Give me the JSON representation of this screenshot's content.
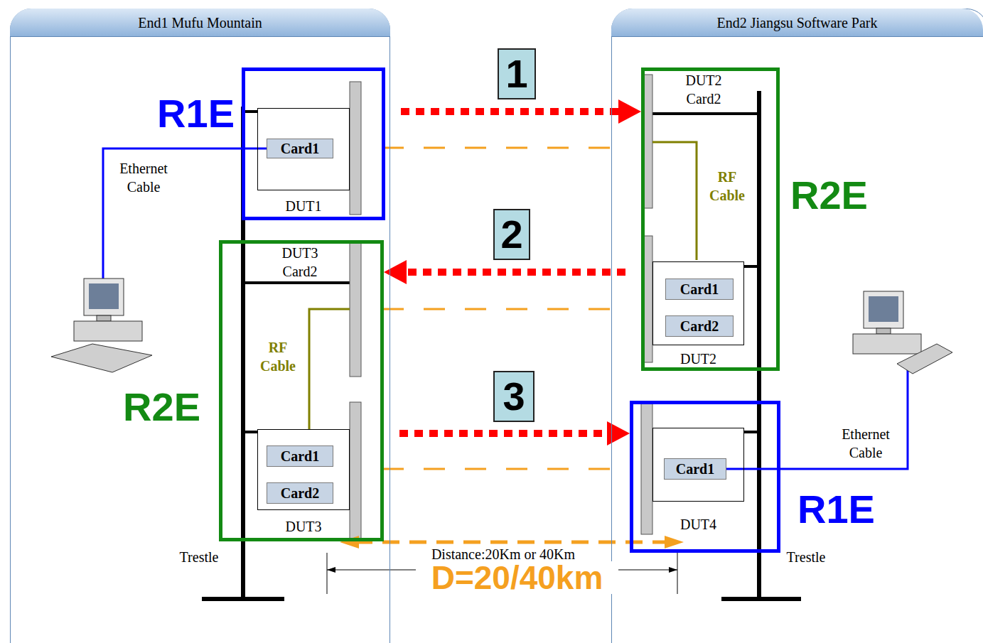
{
  "diagram": {
    "nodes": [
      {
        "text": [
          "End1 Mufu Mountain"
        ]
      },
      {
        "text": [
          "R1E"
        ],
        "in": 0
      },
      {
        "text": [
          "DUT1"
        ],
        "in": 1
      },
      {
        "text": [
          "Card1"
        ],
        "in": 2
      },
      {
        "text": [
          "R2E"
        ],
        "in": 0
      },
      {
        "text": [
          "DUT3"
        ],
        "in": 4
      },
      {
        "text": [
          "Card1"
        ],
        "in": 5
      },
      {
        "text": [
          "Card2"
        ],
        "in": 5
      },
      {
        "text": [
          "End2 Jiangsu Software Park"
        ]
      },
      {
        "text": [
          "R2E"
        ],
        "in": 8
      },
      {
        "text": [
          "DUT2"
        ],
        "in": 9
      },
      {
        "text": [
          "Card1"
        ],
        "in": 10
      },
      {
        "text": [
          "Card2"
        ],
        "in": 10
      },
      {
        "text": [
          "R1E"
        ],
        "in": 8
      },
      {
        "text": [
          "DUT4"
        ],
        "in": 13
      },
      {
        "text": [
          "Card1"
        ],
        "in": 14
      },
      {
        "text": [
          "1"
        ]
      },
      {
        "text": [
          "2"
        ]
      },
      {
        "text": [
          "3"
        ]
      }
    ],
    "edges": [
      {
        "from": 1,
        "to": 9,
        "arrow": "to"
      },
      {
        "from": 9,
        "to": 4,
        "arrow": "to"
      },
      {
        "from": 4,
        "to": 13,
        "arrow": "to"
      }
    ],
    "labels": [
      "Ethernet Cable",
      "DUT3 Card2",
      "RF Cable",
      "Trestle",
      "DUT2 Card2",
      "RF Cable",
      "Ethernet Cable",
      "Trestle",
      "Distance:20Km or 40Km",
      "D=20/40km"
    ]
  }
}
